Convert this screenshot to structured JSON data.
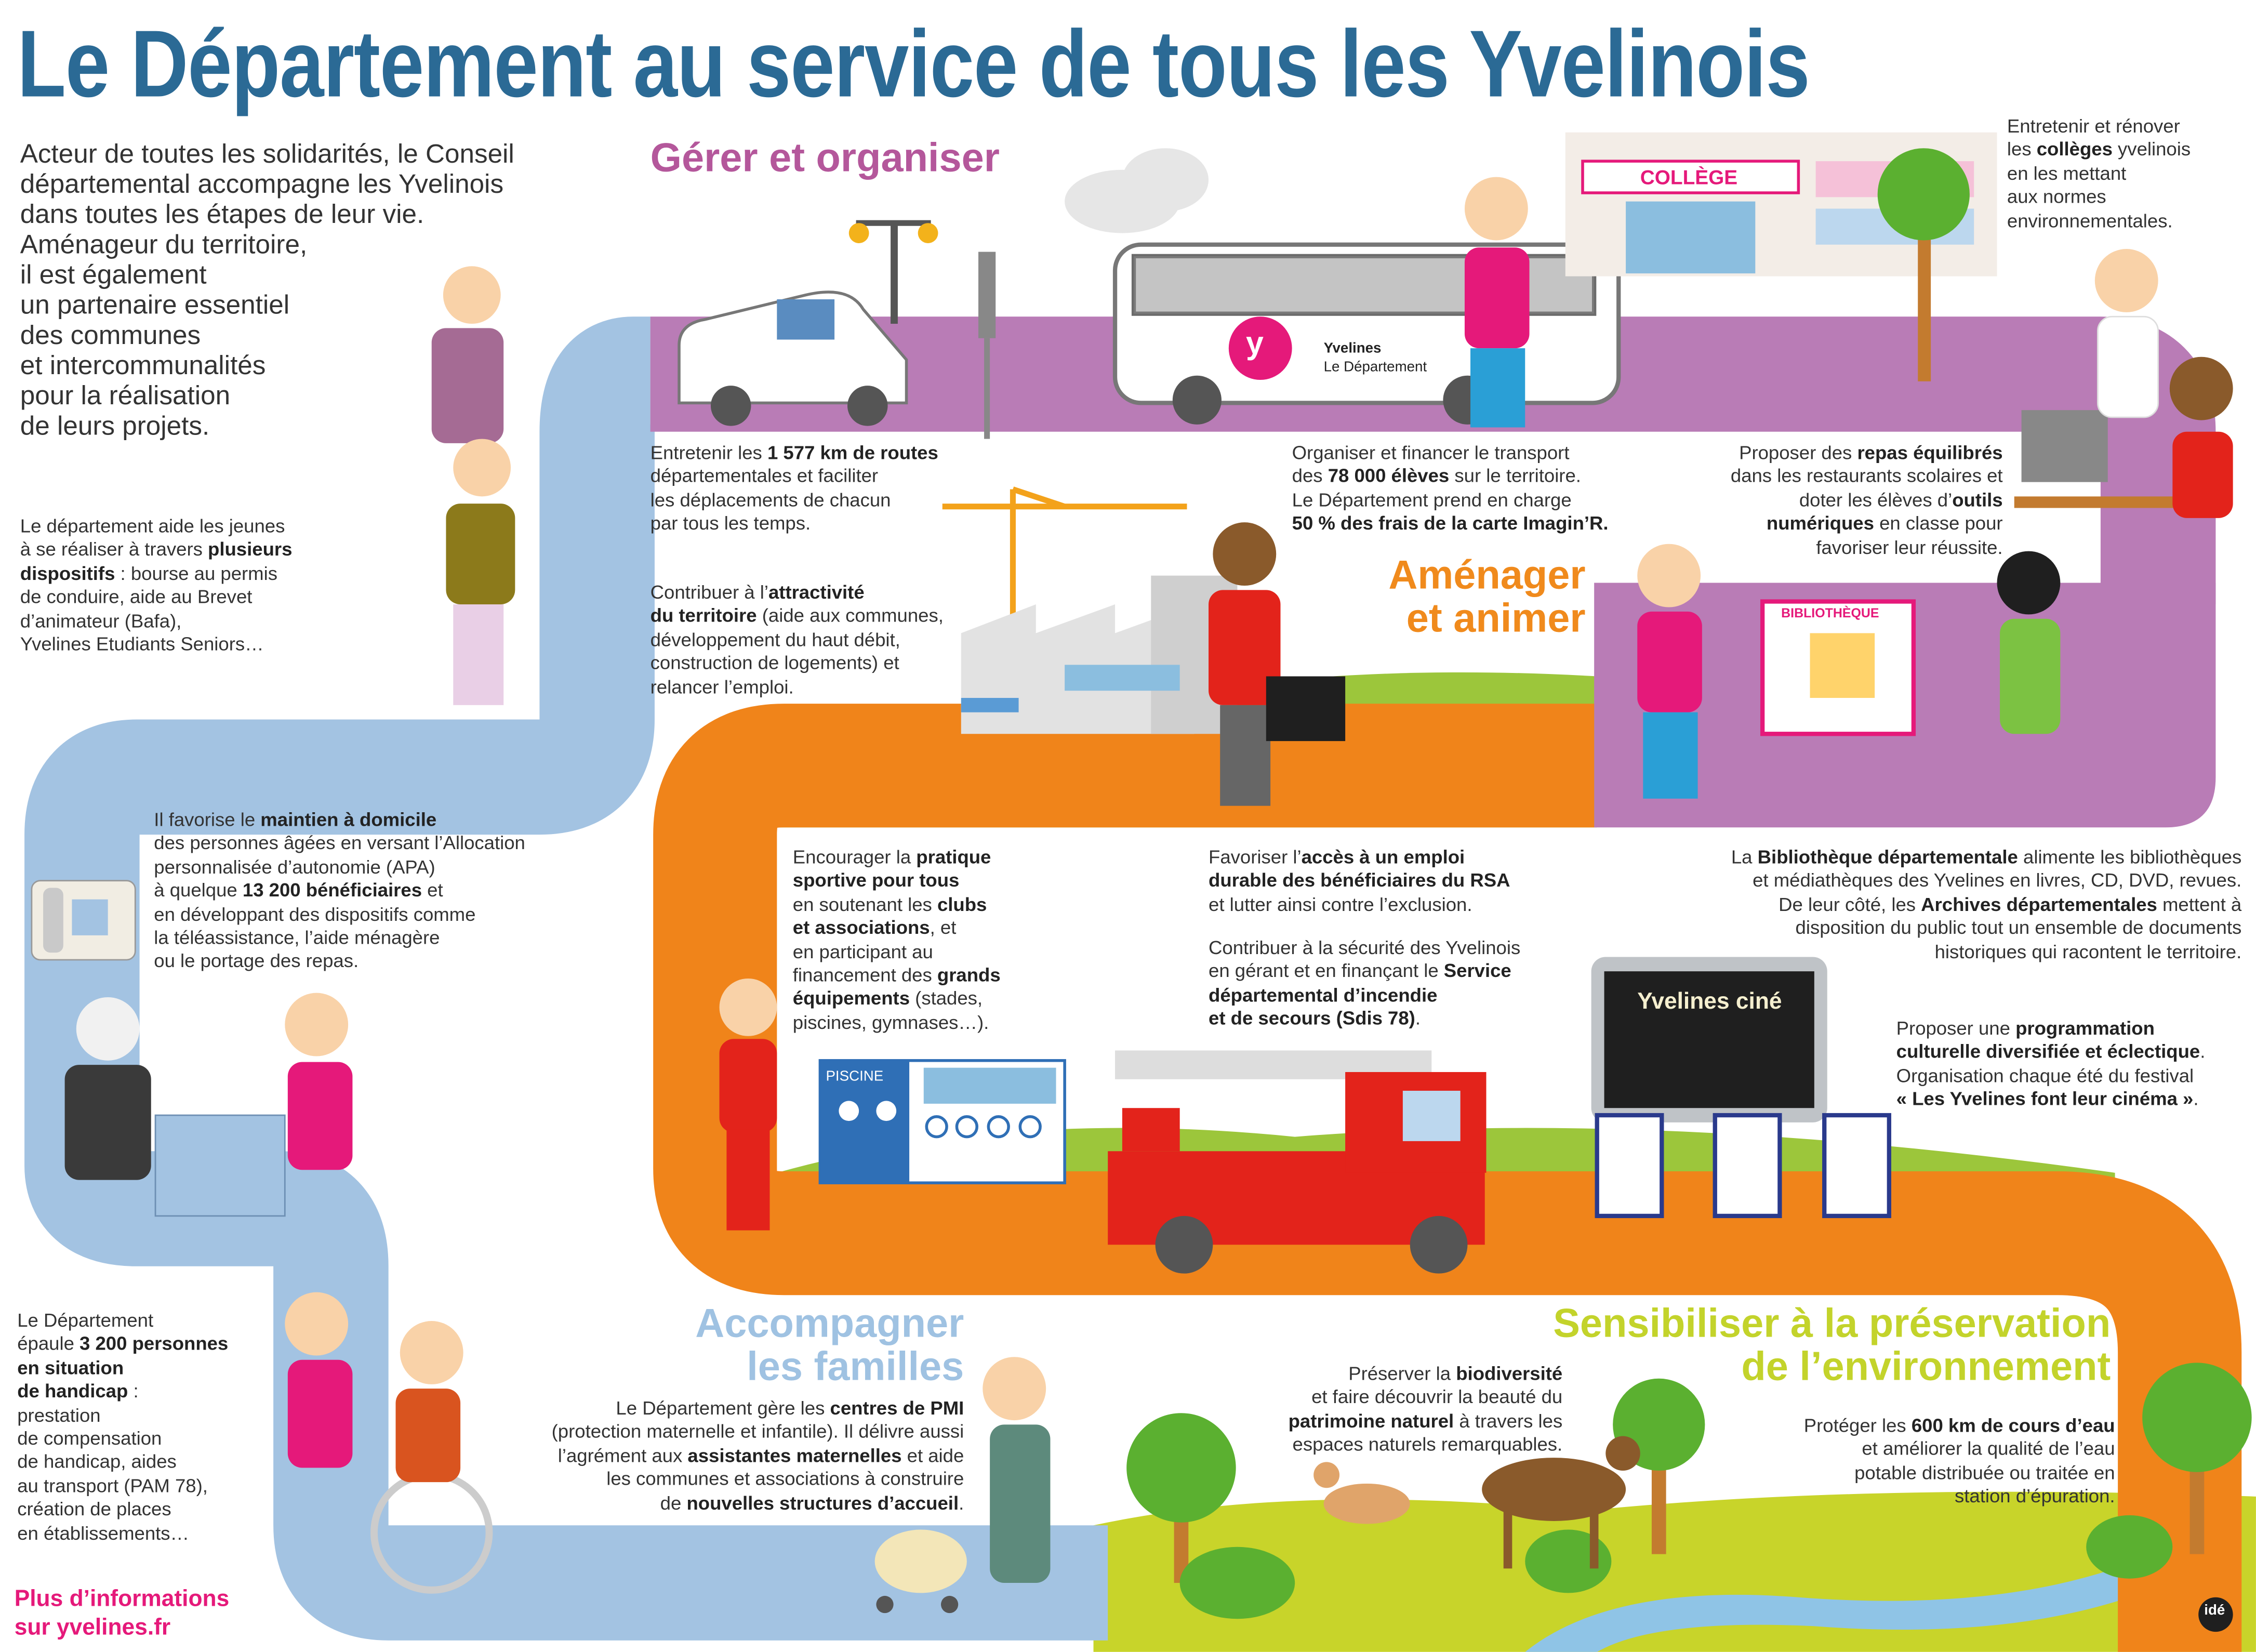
{
  "title": "Le Département au service de tous les Yvelinois",
  "intro": [
    [
      [
        "Acteur de toutes les solidarités, le Conseil",
        0
      ]
    ],
    [
      [
        "départemental accompagne les Yvelinois",
        0
      ]
    ],
    [
      [
        "dans toutes les étapes de leur vie.",
        0
      ]
    ],
    [
      [
        "Aménageur du territoire,",
        0
      ]
    ],
    [
      [
        "il est également",
        0
      ]
    ],
    [
      [
        "un partenaire essentiel",
        0
      ]
    ],
    [
      [
        "des communes",
        0
      ]
    ],
    [
      [
        "et intercommunalités",
        0
      ]
    ],
    [
      [
        "pour la réalisation",
        0
      ]
    ],
    [
      [
        "de leurs projets.",
        0
      ]
    ]
  ],
  "sections": {
    "gerer": "Gérer et organiser",
    "amenager": [
      "Aménager",
      "et animer"
    ],
    "familles": [
      "Accompagner",
      "les familles"
    ],
    "environnement": [
      "Sensibiliser à la préservation",
      "de l’environnement"
    ]
  },
  "paragraphs": {
    "jeunes": [
      [
        [
          "Le département aide les jeunes",
          0
        ]
      ],
      [
        [
          "à se réaliser à travers ",
          0
        ],
        [
          "plusieurs",
          1
        ]
      ],
      [
        [
          "dispositifs",
          1
        ],
        [
          " : bourse au permis",
          0
        ]
      ],
      [
        [
          "de conduire, aide au Brevet",
          0
        ]
      ],
      [
        [
          "d’animateur (Bafa),",
          0
        ]
      ],
      [
        [
          "Yvelines Etudiants Seniors…",
          0
        ]
      ]
    ],
    "routes": [
      [
        [
          "Entretenir les ",
          0
        ],
        [
          "1 577 km de routes",
          1
        ]
      ],
      [
        [
          "départementales et faciliter",
          0
        ]
      ],
      [
        [
          "les déplacements de chacun",
          0
        ]
      ],
      [
        [
          "par tous les temps.",
          0
        ]
      ]
    ],
    "attractivite": [
      [
        [
          "Contribuer à l’",
          0
        ],
        [
          "attractivité",
          1
        ]
      ],
      [
        [
          "du territoire",
          1
        ],
        [
          " (aide aux communes,",
          0
        ]
      ],
      [
        [
          "développement du haut débit,",
          0
        ]
      ],
      [
        [
          "construction de logements) et",
          0
        ]
      ],
      [
        [
          "relancer l’emploi.",
          0
        ]
      ]
    ],
    "transport": [
      [
        [
          "Organiser et financer le transport",
          0
        ]
      ],
      [
        [
          "des ",
          0
        ],
        [
          "78 000 élèves",
          1
        ],
        [
          " sur le territoire.",
          0
        ]
      ],
      [
        [
          "Le Département prend en charge",
          0
        ]
      ],
      [
        [
          "50 % des frais de la carte Imagin’R.",
          1
        ]
      ]
    ],
    "repas": [
      [
        [
          "Proposer des ",
          0
        ],
        [
          "repas équilibrés",
          1
        ]
      ],
      [
        [
          "dans les restaurants scolaires et",
          0
        ]
      ],
      [
        [
          "doter les élèves d’",
          0
        ],
        [
          "outils",
          1
        ]
      ],
      [
        [
          "numériques",
          1
        ],
        [
          " en classe pour",
          0
        ]
      ],
      [
        [
          "favoriser leur réussite.",
          0
        ]
      ]
    ],
    "colleges": [
      [
        [
          "Entretenir et rénover",
          0
        ]
      ],
      [
        [
          "les ",
          0
        ],
        [
          "collèges",
          1
        ],
        [
          " yvelinois",
          0
        ]
      ],
      [
        [
          "en les mettant",
          0
        ]
      ],
      [
        [
          "aux normes",
          0
        ]
      ],
      [
        [
          "environnementales.",
          0
        ]
      ]
    ],
    "domicile": [
      [
        [
          "Il favorise le ",
          0
        ],
        [
          "maintien à domicile",
          1
        ]
      ],
      [
        [
          "des personnes âgées en versant l’Allocation",
          0
        ]
      ],
      [
        [
          "personnalisée d’autonomie (APA)",
          0
        ]
      ],
      [
        [
          "à quelque ",
          0
        ],
        [
          "13 200 bénéficiaires",
          1
        ],
        [
          " et",
          0
        ]
      ],
      [
        [
          "en développant des dispositifs comme",
          0
        ]
      ],
      [
        [
          "la téléassistance, l’aide ménagère",
          0
        ]
      ],
      [
        [
          "ou le portage des repas.",
          0
        ]
      ]
    ],
    "sport": [
      [
        [
          "Encourager la ",
          0
        ],
        [
          "pratique",
          1
        ]
      ],
      [
        [
          "sportive pour tous",
          1
        ]
      ],
      [
        [
          "en soutenant les ",
          0
        ],
        [
          "clubs",
          1
        ]
      ],
      [
        [
          "et associations",
          1
        ],
        [
          ", et",
          0
        ]
      ],
      [
        [
          "en participant au",
          0
        ]
      ],
      [
        [
          "financement des ",
          0
        ],
        [
          "grands",
          1
        ]
      ],
      [
        [
          "équipements",
          1
        ],
        [
          " (stades,",
          0
        ]
      ],
      [
        [
          "piscines, gymnases…).",
          0
        ]
      ]
    ],
    "emploi": [
      [
        [
          "Favoriser l’",
          0
        ],
        [
          "accès à un emploi",
          1
        ]
      ],
      [
        [
          "durable des bénéficiaires du RSA",
          1
        ]
      ],
      [
        [
          "et lutter ainsi contre l’exclusion.",
          0
        ]
      ]
    ],
    "securite": [
      [
        [
          "Contribuer à la sécurité des Yvelinois",
          0
        ]
      ],
      [
        [
          "en gérant et en finançant le ",
          0
        ],
        [
          "Service",
          1
        ]
      ],
      [
        [
          "départemental d’incendie",
          1
        ]
      ],
      [
        [
          "et de secours (Sdis 78)",
          1
        ],
        [
          ".",
          0
        ]
      ]
    ],
    "bibliotheque": [
      [
        [
          "La ",
          0
        ],
        [
          "Bibliothèque départementale",
          1
        ],
        [
          " alimente les bibliothèques",
          0
        ]
      ],
      [
        [
          "et médiathèques des Yvelines en livres, CD, DVD, revues.",
          0
        ]
      ],
      [
        [
          "De leur côté, les ",
          0
        ],
        [
          "Archives départementales",
          1
        ],
        [
          " mettent à",
          0
        ]
      ],
      [
        [
          "disposition du public tout un ensemble de documents",
          0
        ]
      ],
      [
        [
          "historiques qui racontent le territoire.",
          0
        ]
      ]
    ],
    "cinema": [
      [
        [
          "Proposer une ",
          0
        ],
        [
          "programmation",
          1
        ]
      ],
      [
        [
          "culturelle diversifiée et éclectique",
          1
        ],
        [
          ".",
          0
        ]
      ],
      [
        [
          "Organisation chaque été du festival",
          0
        ]
      ],
      [
        [
          "« Les Yvelines font leur cinéma »",
          1
        ],
        [
          ".",
          0
        ]
      ]
    ],
    "handicap": [
      [
        [
          "Le Département",
          0
        ]
      ],
      [
        [
          "épaule ",
          0
        ],
        [
          "3 200 personnes",
          1
        ]
      ],
      [
        [
          "en situation",
          1
        ]
      ],
      [
        [
          "de handicap",
          1
        ],
        [
          " :",
          0
        ]
      ],
      [
        [
          "prestation",
          0
        ]
      ],
      [
        [
          "de compensation",
          0
        ]
      ],
      [
        [
          "de handicap, aides",
          0
        ]
      ],
      [
        [
          "au transport (PAM 78),",
          0
        ]
      ],
      [
        [
          "création de places",
          0
        ]
      ],
      [
        [
          "en établissements…",
          0
        ]
      ]
    ],
    "pmi": [
      [
        [
          "Le Département gère les ",
          0
        ],
        [
          "centres de PMI",
          1
        ]
      ],
      [
        [
          "(protection maternelle et infantile). Il délivre aussi",
          0
        ]
      ],
      [
        [
          "l’agrément aux ",
          0
        ],
        [
          "assistantes maternelles",
          1
        ],
        [
          " et aide",
          0
        ]
      ],
      [
        [
          "les communes et associations à construire",
          0
        ]
      ],
      [
        [
          "de ",
          0
        ],
        [
          "nouvelles structures d’accueil",
          1
        ],
        [
          ".",
          0
        ]
      ]
    ],
    "biodiversite": [
      [
        [
          "Préserver la ",
          0
        ],
        [
          "biodiversité",
          1
        ]
      ],
      [
        [
          "et faire découvrir la beauté du",
          0
        ]
      ],
      [
        [
          "patrimoine naturel",
          1
        ],
        [
          " à travers les",
          0
        ]
      ],
      [
        [
          "espaces naturels remarquables.",
          0
        ]
      ]
    ],
    "eau": [
      [
        [
          "Protéger les ",
          0
        ],
        [
          "600 km de cours d’eau",
          1
        ]
      ],
      [
        [
          "et améliorer la qualité de l’eau",
          0
        ]
      ],
      [
        [
          "potable distribuée ou traitée en",
          0
        ]
      ],
      [
        [
          "station d’épuration.",
          0
        ]
      ]
    ]
  },
  "more_info": [
    "Plus d’informations",
    "sur yvelines.fr"
  ],
  "labels": {
    "college": "COLLÈGE",
    "bus_brand": "Yvelines",
    "bus_sub": "Le Département",
    "bus_logo": "y",
    "bibliotheque": "BIBLIOTHÈQUE",
    "piscine": "PISCINE",
    "cine": "Yvelines ciné",
    "credit": "idé"
  },
  "colors": {
    "title": "#2b6a95",
    "gerer": "#b4579b",
    "amenager": "#f08a1c",
    "familles": "#9fc2e2",
    "environnement": "#c3d32b",
    "more_info": "#e5197a",
    "road_blue": "#a3c3e2",
    "road_purple": "#b97cb6",
    "road_orange": "#f0841a"
  }
}
